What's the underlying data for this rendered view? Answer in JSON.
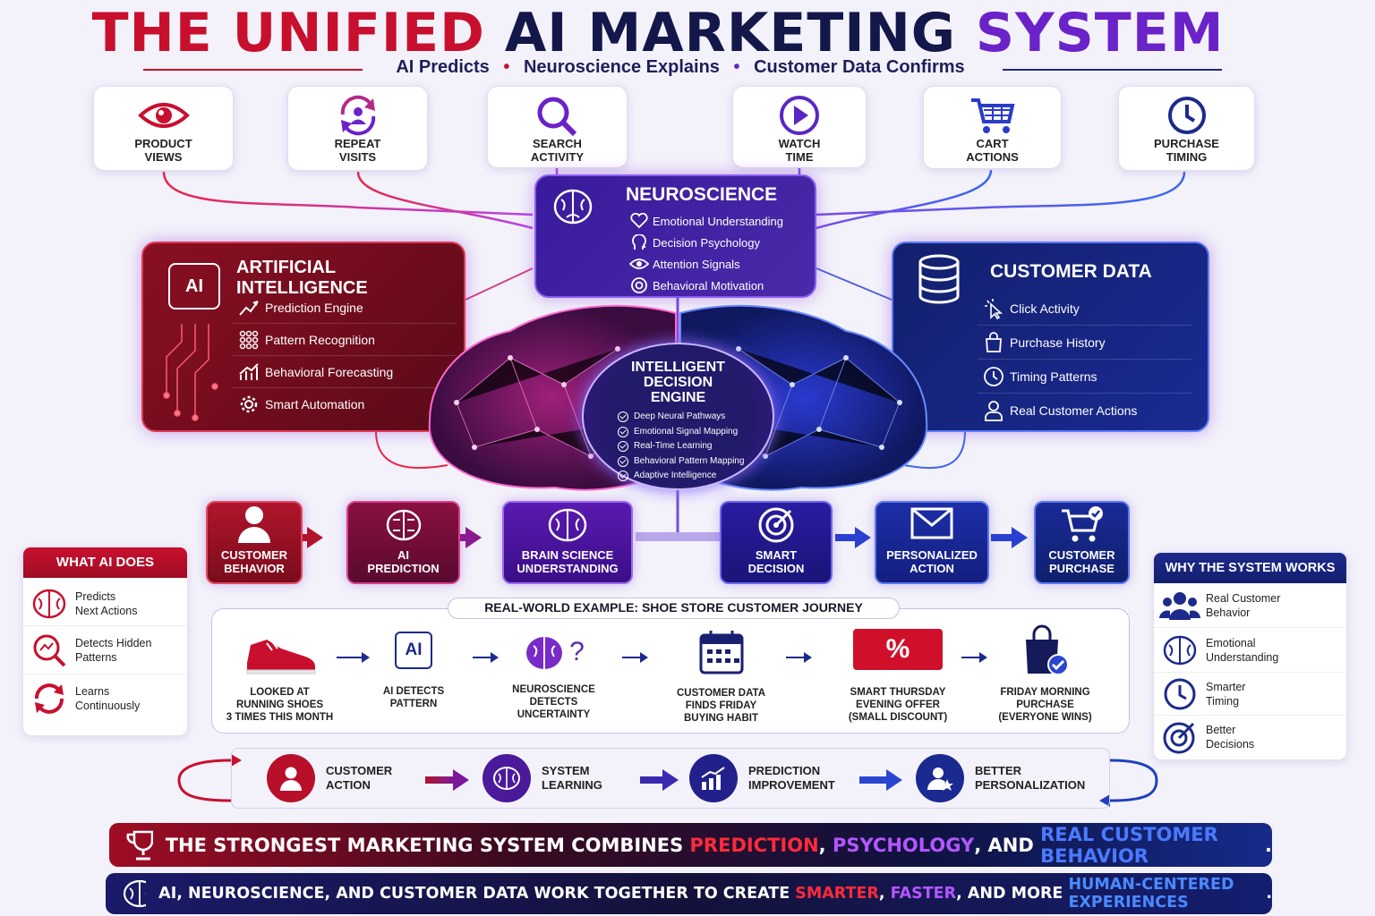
{
  "header": {
    "title_p1": "THE UNIFIED",
    "title_p2": "AI MARKETING",
    "title_p3": "SYSTEM",
    "subtitle_1": "AI Predicts",
    "subtitle_2": "Neuroscience Explains",
    "subtitle_3": "Customer Data Confirms",
    "dot": "•"
  },
  "inputs": [
    {
      "label": "PRODUCT\nVIEWS",
      "icon": "eye-icon"
    },
    {
      "label": "REPEAT\nVISITS",
      "icon": "repeat-user-icon"
    },
    {
      "label": "SEARCH\nACTIVITY",
      "icon": "search-icon"
    },
    {
      "label": "WATCH\nTIME",
      "icon": "play-icon"
    },
    {
      "label": "CART\nACTIONS",
      "icon": "cart-icon"
    },
    {
      "label": "PURCHASE\nTIMING",
      "icon": "clock-icon"
    }
  ],
  "neuroscience": {
    "title": "NEUROSCIENCE",
    "items": [
      "Emotional Understanding",
      "Decision Psychology",
      "Attention Signals",
      "Behavioral Motivation"
    ]
  },
  "ai": {
    "badge": "AI",
    "title": "ARTIFICIAL INTELLIGENCE",
    "items": [
      "Prediction Engine",
      "Pattern Recognition",
      "Behavioral Forecasting",
      "Smart Automation"
    ]
  },
  "customer_data": {
    "title": "CUSTOMER DATA",
    "items": [
      "Click Activity",
      "Purchase History",
      "Timing Patterns",
      "Real Customer Actions"
    ]
  },
  "engine": {
    "title_1": "INTELLIGENT",
    "title_2": "DECISION",
    "title_3": "ENGINE",
    "items": [
      "Deep Neural Pathways",
      "Emotional Signal Mapping",
      "Real-Time Learning",
      "Behavioral Pattern Mapping",
      "Adaptive Intelligence"
    ]
  },
  "flow": [
    {
      "label_1": "CUSTOMER",
      "label_2": "BEHAVIOR"
    },
    {
      "label_1": "AI",
      "label_2": "PREDICTION"
    },
    {
      "label_1": "BRAIN SCIENCE",
      "label_2": "UNDERSTANDING"
    },
    {
      "label_1": "SMART",
      "label_2": "DECISION"
    },
    {
      "label_1": "PERSONALIZED",
      "label_2": "ACTION"
    },
    {
      "label_1": "CUSTOMER",
      "label_2": "PURCHASE"
    }
  ],
  "what_ai": {
    "title": "WHAT AI DOES",
    "items": [
      {
        "l1": "Predicts",
        "l2": "Next Actions"
      },
      {
        "l1": "Detects Hidden",
        "l2": "Patterns"
      },
      {
        "l1": "Learns",
        "l2": "Continuously"
      }
    ]
  },
  "why": {
    "title": "WHY THE SYSTEM WORKS",
    "items": [
      {
        "l1": "Real Customer",
        "l2": "Behavior"
      },
      {
        "l1": "Emotional",
        "l2": "Understanding"
      },
      {
        "l1": "Smarter",
        "l2": "Timing"
      },
      {
        "l1": "Better",
        "l2": "Decisions"
      }
    ]
  },
  "example": {
    "title": "REAL-WORLD EXAMPLE: SHOE STORE CUSTOMER JOURNEY",
    "ai_badge": "AI",
    "percent": "%",
    "question": "?",
    "steps": [
      {
        "l1": "LOOKED AT",
        "l2": "RUNNING SHOES",
        "l3": "3 TIMES THIS MONTH"
      },
      {
        "l1": "AI DETECTS",
        "l2": "PATTERN",
        "l3": ""
      },
      {
        "l1": "NEUROSCIENCE",
        "l2": "DETECTS",
        "l3": "UNCERTAINTY"
      },
      {
        "l1": "CUSTOMER DATA",
        "l2": "FINDS FRIDAY",
        "l3": "BUYING HABIT"
      },
      {
        "l1": "SMART THURSDAY",
        "l2": "EVENING OFFER",
        "l3": "(SMALL DISCOUNT)"
      },
      {
        "l1": "FRIDAY MORNING",
        "l2": "PURCHASE",
        "l3": "(EVERYONE WINS)"
      }
    ]
  },
  "loop": [
    {
      "l1": "CUSTOMER",
      "l2": "ACTION"
    },
    {
      "l1": "SYSTEM",
      "l2": "LEARNING"
    },
    {
      "l1": "PREDICTION",
      "l2": "IMPROVEMENT"
    },
    {
      "l1": "BETTER",
      "l2": "PERSONALIZATION"
    }
  ],
  "banner1": {
    "a": "THE STRONGEST MARKETING SYSTEM COMBINES ",
    "b": "PREDICTION",
    ",1": ",",
    "c": " PSYCHOLOGY",
    ",2": ",",
    "d": " AND ",
    "e": "REAL CUSTOMER BEHAVIOR",
    "f": "."
  },
  "banner2": {
    "a": "AI, NEUROSCIENCE, AND CUSTOMER DATA WORK TOGETHER TO CREATE ",
    "b": "SMARTER",
    ",1": ",",
    "c": " FASTER",
    ",2": ",",
    "d": " AND MORE ",
    "e": "HUMAN-CENTERED EXPERIENCES",
    "f": "."
  },
  "colors": {
    "red": "#c8102e",
    "purple": "#6a22c9",
    "navy": "#1c2a8c",
    "blue": "#2f45d8"
  }
}
